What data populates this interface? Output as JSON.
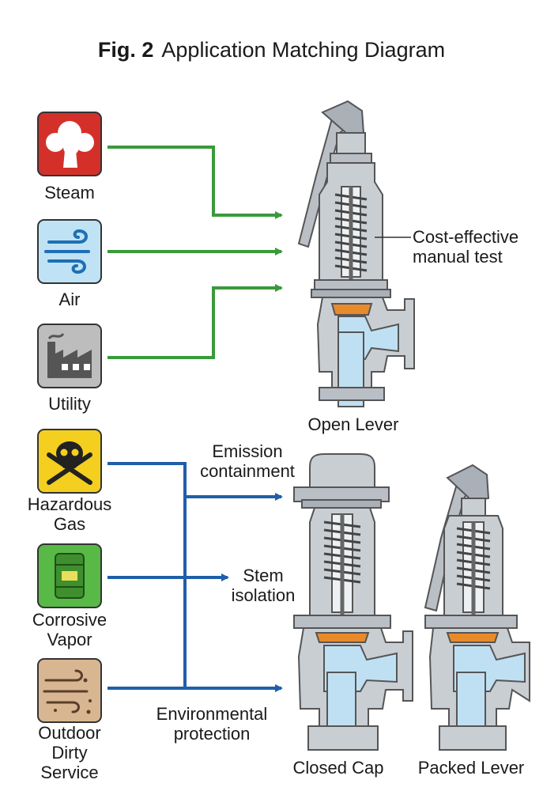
{
  "figure": {
    "number": "Fig. 2",
    "title": "Application Matching Diagram"
  },
  "applications": [
    {
      "id": "steam",
      "label": "Steam",
      "icon": "steam-cloud-icon",
      "color": "#d4302a"
    },
    {
      "id": "air",
      "label": "Air",
      "icon": "wind-icon",
      "color": "#bfe3f5"
    },
    {
      "id": "utility",
      "label": "Utility",
      "icon": "factory-icon",
      "color": "#bdbdbd"
    },
    {
      "id": "hazardous",
      "label": "Hazardous\nGas",
      "icon": "skull-crossbones-icon",
      "color": "#f4cf1f"
    },
    {
      "id": "corrosive",
      "label": "Corrosive\nVapor",
      "icon": "acid-barrel-icon",
      "color": "#58b947"
    },
    {
      "id": "outdoor",
      "label": "Outdoor\nDirty\nService",
      "icon": "dust-wind-icon",
      "color": "#d8b692"
    }
  ],
  "valves": {
    "open_lever": "Open Lever",
    "closed_cap": "Closed Cap",
    "packed_lever": "Packed Lever"
  },
  "annotations": {
    "cost_effective": "Cost-effective\nmanual test",
    "emission": "Emission\ncontainment",
    "stem_isolation": "Stem\nisolation",
    "environmental": "Environmental\nprotection"
  },
  "colors": {
    "green_connector": "#3a9a3a",
    "blue_connector": "#1f5fa8",
    "valve_metal": "#c9ced3",
    "valve_fluid": "#bfe0f2",
    "seal_orange": "#e98a2a"
  }
}
